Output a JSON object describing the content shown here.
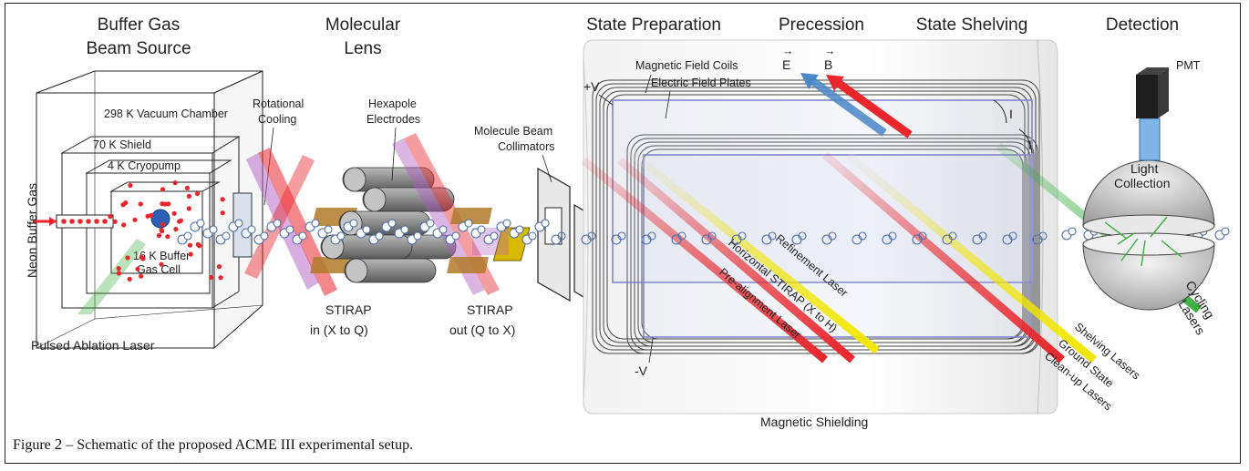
{
  "sections": {
    "source_line1": "Buffer Gas",
    "source_line2": "Beam Source",
    "lens_line1": "Molecular",
    "lens_line2": "Lens",
    "prep": "State Preparation",
    "precession": "Precession",
    "shelving": "State Shelving",
    "detection": "Detection"
  },
  "labels": {
    "vacuum_chamber": "298 K Vacuum Chamber",
    "shield": "70 K Shield",
    "cryopump": "4 K Cryopump",
    "buffer_cell_1": "16 K Buffer",
    "buffer_cell_2": "Gas Cell",
    "neon": "Neon Buffer Gas",
    "ablation": "Pulsed Ablation Laser",
    "rot_cool_1": "Rotational",
    "rot_cool_2": "Cooling",
    "hexapole_1": "Hexapole",
    "hexapole_2": "Electrodes",
    "stirap_in_1": "STIRAP",
    "stirap_in_2": "in (X to Q)",
    "stirap_out_1": "STIRAP",
    "stirap_out_2": "out (Q to X)",
    "collimators_1": "Molecule Beam",
    "collimators_2": "Collimators",
    "plus_v": "+V",
    "minus_v": "-V",
    "mag_coils": "Magnetic Field Coils",
    "elec_plates": "Electric Field Plates",
    "e_vec": "E",
    "b_vec": "B",
    "current_1": "I",
    "current_2": "I",
    "pmt": "PMT",
    "light_1": "Light",
    "light_2": "Collection",
    "prealign": "Pre-alignment Laser",
    "horiz_stirap": "Horizontal STIRAP (X to H)",
    "refinement": "Refinement Laser",
    "shelving_lasers": "Shelving Lasers",
    "ground_1": "Ground State",
    "ground_2": "Clean-up Lasers",
    "cycling_1": "Cycling",
    "cycling_2": "Lasers",
    "mag_shield": "Magnetic Shielding"
  },
  "caption": {
    "prefix": "Figure ",
    "number": "2",
    "text": " – Schematic of the proposed ACME III experimental setup."
  },
  "colors": {
    "red_laser": "#e8262c",
    "yellow_laser": "#f2e600",
    "blue_e": "#4a86c8",
    "green_laser": "#3aae3e",
    "purple_laser": "#b05ec0",
    "plate_blue": "#7f86c8"
  }
}
